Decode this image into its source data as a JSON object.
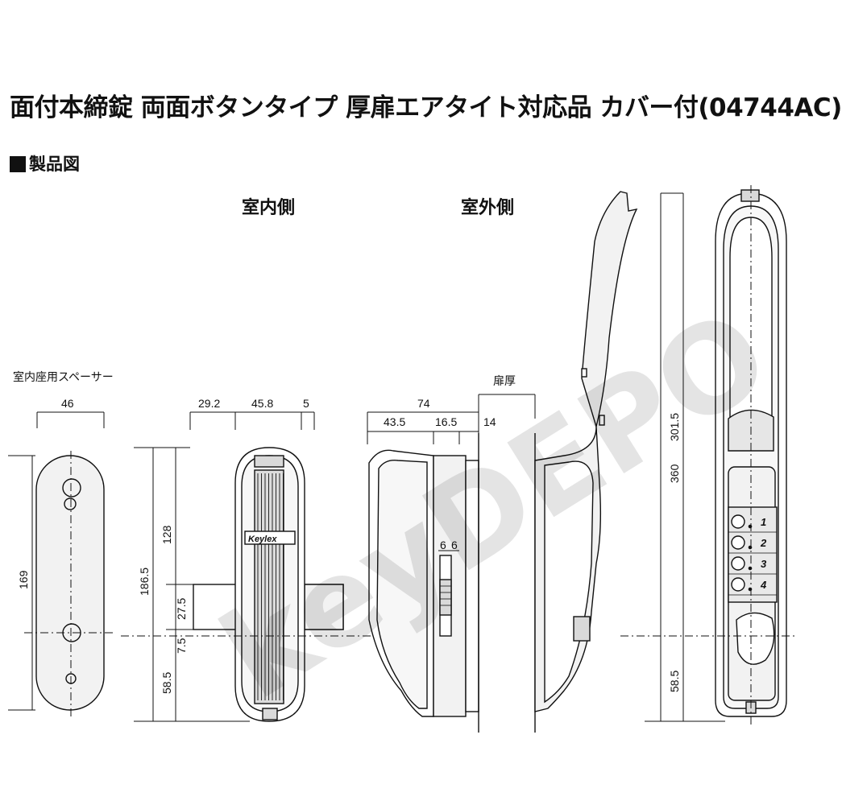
{
  "title": "面付本締錠 両面ボタンタイプ 厚扉エアタイト対応品 カバー付(04744AC)",
  "section_label": "製品図",
  "views": {
    "inside": "室内側",
    "outside": "室外側"
  },
  "spacer_label": "室内座用スペーサー",
  "door_thickness_label": "扉厚",
  "logo_text": "Keylex",
  "watermark": "keyDEPO",
  "buttons": [
    "1",
    "2",
    "3",
    "4"
  ],
  "dimensions": {
    "spacer_width": "46",
    "spacer_height": "169",
    "inner_left": "29.2",
    "inner_mid": "45.8",
    "inner_right": "5",
    "inner_total_height": "186.5",
    "inner_upper": "128",
    "inner_handle": "27.5",
    "inner_offset": "7.5",
    "inner_lower": "58.5",
    "side_total": "74",
    "side_a": "43.5",
    "side_b": "16.5",
    "door_thickness": "14",
    "side_small_a": "6",
    "side_small_b": "6",
    "outer_upper": "301.5",
    "outer_total": "360",
    "outer_lower": "58.5"
  },
  "colors": {
    "line": "#111111",
    "fill_light": "#f2f2f2",
    "fill_mid": "#d9d9d9",
    "fill_dark": "#8c8c8c"
  }
}
